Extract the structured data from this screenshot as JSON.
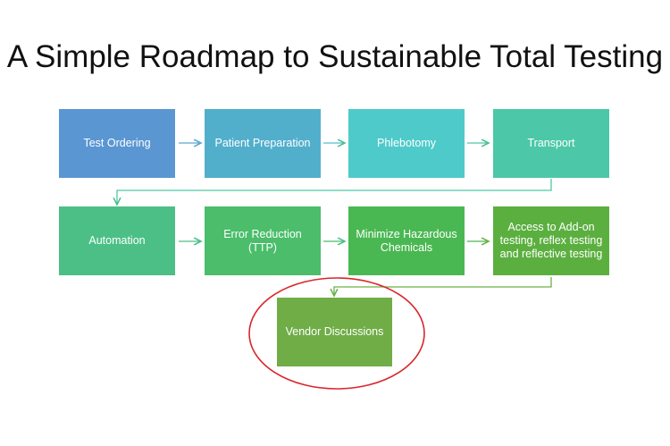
{
  "title": "A Simple Roadmap to Sustainable Total Testing",
  "steps": [
    {
      "label": "Test Ordering",
      "color": "#5A96D2"
    },
    {
      "label": "Patient Preparation",
      "color": "#52AFCC"
    },
    {
      "label": "Phlebotomy",
      "color": "#4FCACB"
    },
    {
      "label": "Transport",
      "color": "#4CC8A8"
    },
    {
      "label": "Automation",
      "color": "#4BBF86"
    },
    {
      "label": "Error Reduction (TTP)",
      "color": "#4BBD6B"
    },
    {
      "label": "Minimize Hazardous Chemicals",
      "color": "#4AB852"
    },
    {
      "label": "Access to Add-on testing, reflex testing and reflective testing",
      "color": "#5BAF3F"
    },
    {
      "label": "Vendor Discussions",
      "color": "#70AD47"
    }
  ],
  "highlight_color": "#D9262C"
}
